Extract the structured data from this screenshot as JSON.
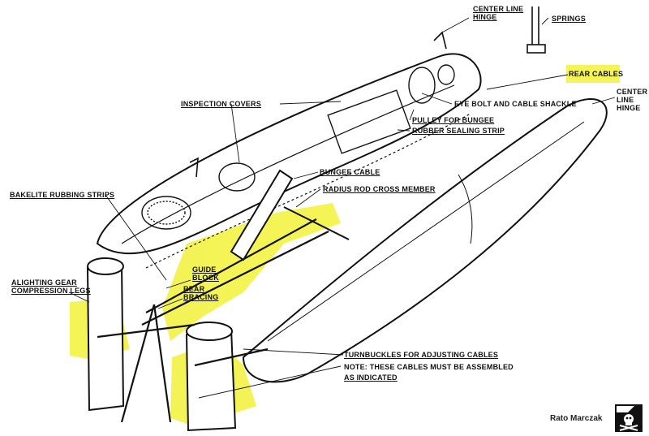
{
  "labels": {
    "center_line_hinge_top": "CENTER LINE\nHINGE",
    "springs": "SPRINGS",
    "rear_cables": "REAR CABLES",
    "center_line_hinge_right": "CENTER\nLINE\nHINGE",
    "inspection_covers": "INSPECTION COVERS",
    "eye_bolt": "EYE BOLT AND CABLE SHACKLE",
    "pulley": "PULLEY FOR BUNGEE",
    "rubber_strip": "RUBBER SEALING STRIP",
    "bungee_cable": "BUNGEE CABLE",
    "bakelite": "BAKELITE RUBBING STRIPS",
    "radius_rod": "RADIUS ROD CROSS MEMBER",
    "guide_block": "GUIDE\nBLOCK",
    "rear_bracing": "REAR\nBRACING",
    "alighting_gear": "ALIGHTING GEAR\nCOMPRESSION LEGS",
    "turnbuckles": "TURNBUCKLES FOR ADJUSTING CABLES",
    "note_line1": "NOTE: THESE CABLES MUST BE ASSEMBLED",
    "note_line2": "AS INDICATED"
  },
  "credit": "Rato Marczak",
  "logo_icon": "skull-crossbones-icon",
  "colors": {
    "highlight": "#f2f23a",
    "ink": "#111111"
  }
}
